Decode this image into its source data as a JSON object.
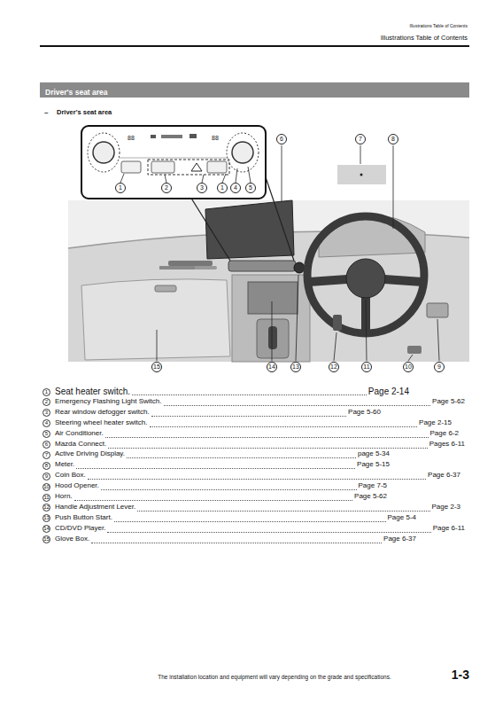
{
  "diagram": {
    "title": "Illustrations Table of Contents",
    "nodes": [
      {
        "text": [
          "Driver's seat area"
        ]
      }
    ],
    "labels": [
      "Illustrations Table of Contents",
      "–",
      "Driver's seat area",
      "88",
      "88",
      "1",
      "2",
      "3",
      "1",
      "4",
      "5",
      "6",
      "7",
      "8",
      "15",
      "14",
      "13",
      "12",
      "11",
      "10",
      "9",
      "1",
      "Seat heater switch.",
      "Page 2-14",
      "2",
      "Emergency Flashing Light Switch.",
      "Page 5-62",
      "3",
      "Rear window defogger switch.",
      "Page 5-60",
      "4",
      "Steering wheel heater switch.",
      "Page 2-15",
      "5",
      "Air Conditioner.",
      "Page 6-2",
      "6",
      "Mazda Connect.",
      "Pages 6-11",
      "7",
      "Active Driving Display.",
      "page 5-34",
      "8",
      "Meter.",
      "Page 5-15",
      "9",
      "Coin Box.",
      "Page 6-37",
      "10",
      "Hood Opener.",
      "Page 7-5",
      "11",
      "Horn.",
      "Page 5-62",
      "12",
      "Handle Adjustment Lever.",
      "Page 2-3",
      "13",
      "Push Button Start.",
      "Page 5-4",
      "14",
      "CD/DVD Player.",
      "Page 6-11",
      "15",
      "Glove Box.",
      "Page 6-37",
      "The installation location and equipment will vary depending on the grade and specifications.",
      "1-3"
    ]
  }
}
